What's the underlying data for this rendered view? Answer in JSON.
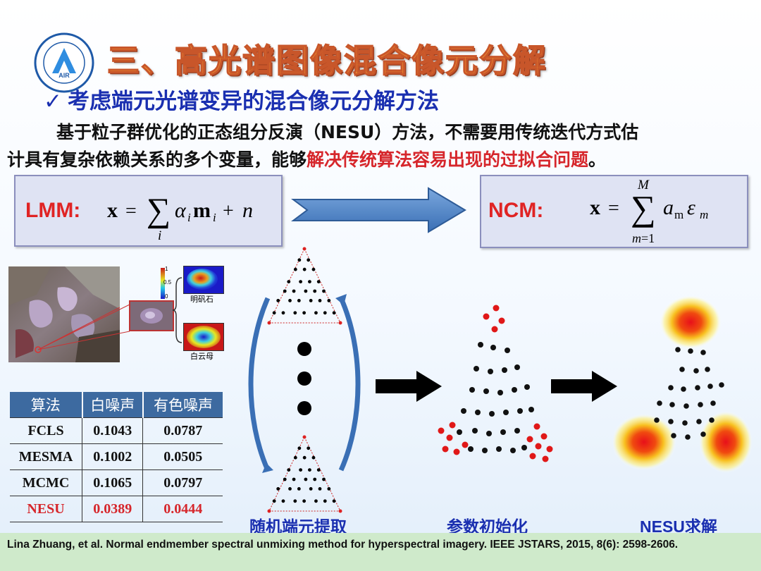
{
  "header": {
    "title": "三、高光谱图像混合像元分解",
    "subtitle_check": "✓",
    "subtitle": "考虑端元光谱变异的混合像元分解方法",
    "logo_icon": "air-institute-logo",
    "logo_text": "AIR"
  },
  "paragraph": {
    "line1": "基于粒子群优化的正态组分反演（NESU）方法，不需要用传统迭代方式估",
    "line2_normal": "计具有复杂依赖关系的多个变量，能够",
    "line2_highlight": "解决传统算法容易出现的过拟合问题",
    "line2_end": "。"
  },
  "equations": {
    "lmm_label": "LMM:",
    "ncm_label": "NCM:",
    "arrow_icon": "right-arrow-icon"
  },
  "figure": {
    "colorbar_ticks": [
      "1",
      "0.5",
      "0"
    ],
    "mineral_1": "明矾石",
    "mineral_2": "白云母"
  },
  "table": {
    "headers": [
      "算法",
      "白噪声",
      "有色噪声"
    ],
    "rows": [
      [
        "FCLS",
        "0.1043",
        "0.0787"
      ],
      [
        "MESMA",
        "0.1002",
        "0.0505"
      ],
      [
        "MCMC",
        "0.1065",
        "0.0797"
      ],
      [
        "NESU",
        "0.0389",
        "0.0444"
      ]
    ],
    "highlight_row": 3,
    "highlight_color": "#d6262b"
  },
  "steps": {
    "step1": "随机端元提取",
    "step2": "参数初始化",
    "step3": "NESU求解"
  },
  "citation": {
    "text": "Lina Zhuang, et al. Normal endmember spectral unmixing method for hyperspectral imagery. IEEE JSTARS, 2015, 8(6): 2598-2606."
  },
  "colors": {
    "title": "#f3962f",
    "subtitle": "#1a2fb0",
    "highlight": "#d6262b",
    "table_header": "#3d6aa0",
    "citation_bg": "#cfeacb"
  }
}
